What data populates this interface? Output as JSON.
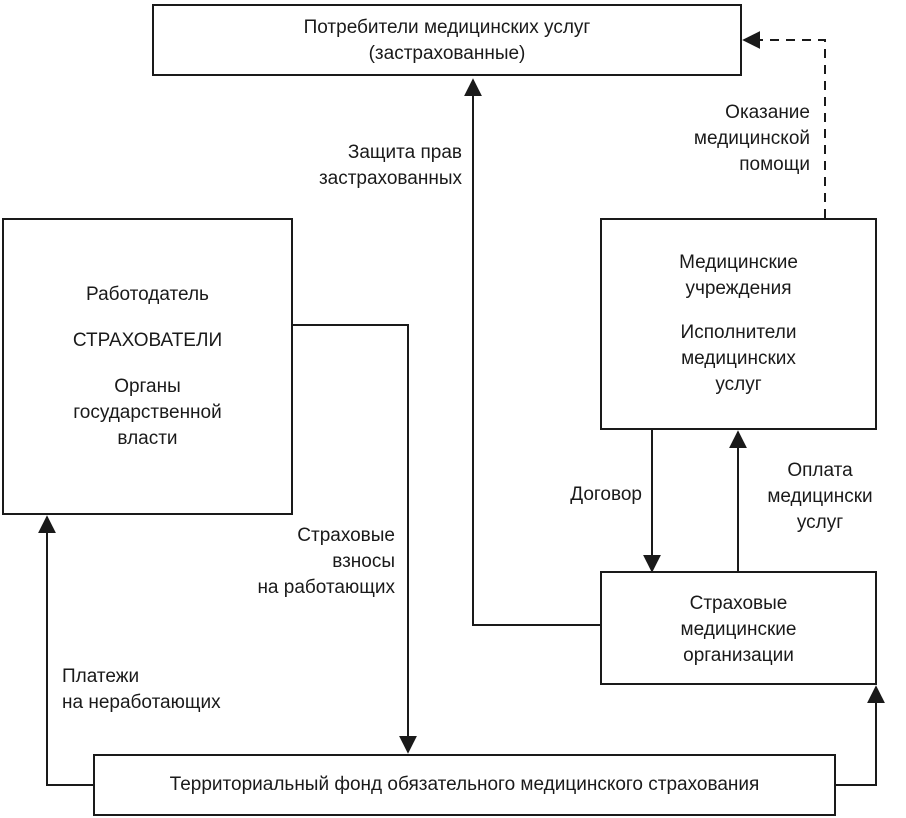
{
  "consumers": {
    "line1": "Потребители медицинских услуг",
    "line2": "(застрахованные)"
  },
  "insurers": {
    "employer": "Работодатель",
    "title": "СТРАХОВАТЕЛИ",
    "gov_line1": "Органы",
    "gov_line2": "государственной",
    "gov_line3": "власти"
  },
  "medical_institutions": {
    "line1": "Медицинские",
    "line2": "учреждения",
    "line3": "Исполнители",
    "line4": "медицинских",
    "line5": "услуг"
  },
  "insurance_orgs": {
    "line1": "Страховые",
    "line2": "медицинские",
    "line3": "организации"
  },
  "territorial_fund": {
    "label": "Территориальный фонд обязательного медицинского страхования"
  },
  "flows": {
    "rights_protection": [
      "Защита прав",
      "застрахованных"
    ],
    "medical_care": [
      "Оказание",
      "медицинской",
      "помощи"
    ],
    "contract": "Договор",
    "payment": [
      "Оплата",
      "медицински",
      "услуг"
    ],
    "contributions": [
      "Страховые",
      "взносы",
      "на работающих"
    ],
    "nonworking_payments": [
      "Платежи",
      "на неработающих"
    ]
  },
  "colors": {
    "line": "#1a1a1a",
    "background": "#ffffff"
  }
}
